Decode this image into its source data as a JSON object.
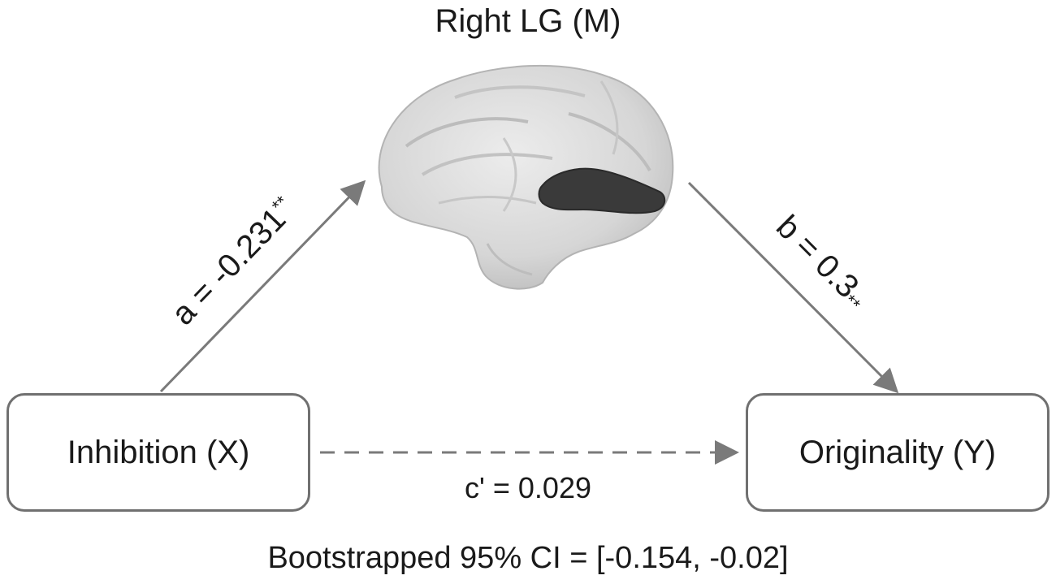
{
  "mediator": {
    "label": "Right LG (M)"
  },
  "predictor": {
    "label": "Inhibition (X)"
  },
  "outcome": {
    "label": "Originality (Y)"
  },
  "paths": {
    "a": {
      "label": "a = -0.231",
      "significance": "**"
    },
    "b": {
      "label": "b = 0.3",
      "significance": "**"
    },
    "c_prime": {
      "label": "c' = 0.029"
    }
  },
  "indirect_effect": {
    "label": "Bootstrapped 95% CI = [-0.154, -0.02]"
  },
  "colors": {
    "arrow": "#7a7a7a",
    "box_border": "#707070",
    "brain": "#cfcfcf",
    "region_highlight": "#3a3a3a"
  }
}
